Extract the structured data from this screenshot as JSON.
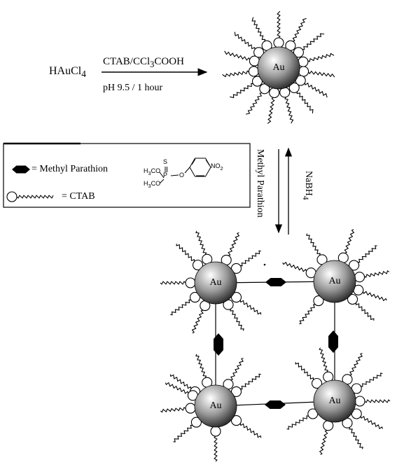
{
  "reaction": {
    "reactant": "HAuCl4",
    "reagents": "CTAB/CCl3COOH",
    "conditions": "pH  9.5 / 1 hour"
  },
  "equilibrium": {
    "forward_label": "Methyl Parathion",
    "reverse_label": "NaBH4"
  },
  "legend": {
    "methyl_parathion": "= Methyl Parathion",
    "ctab": "= CTAB",
    "structure_labels": {
      "no2": "NO2",
      "s": "S",
      "p": "P",
      "o": "O",
      "meo1": "H3CO",
      "meo2": "H3CO"
    }
  },
  "particles": {
    "top": "Au",
    "top_left": "Au",
    "top_right": "Au",
    "bottom_left": "Au",
    "bottom_right": "Au"
  },
  "colors": {
    "ink": "#000000",
    "sphere_light": "#ffffff",
    "sphere_dark": "#333333"
  }
}
